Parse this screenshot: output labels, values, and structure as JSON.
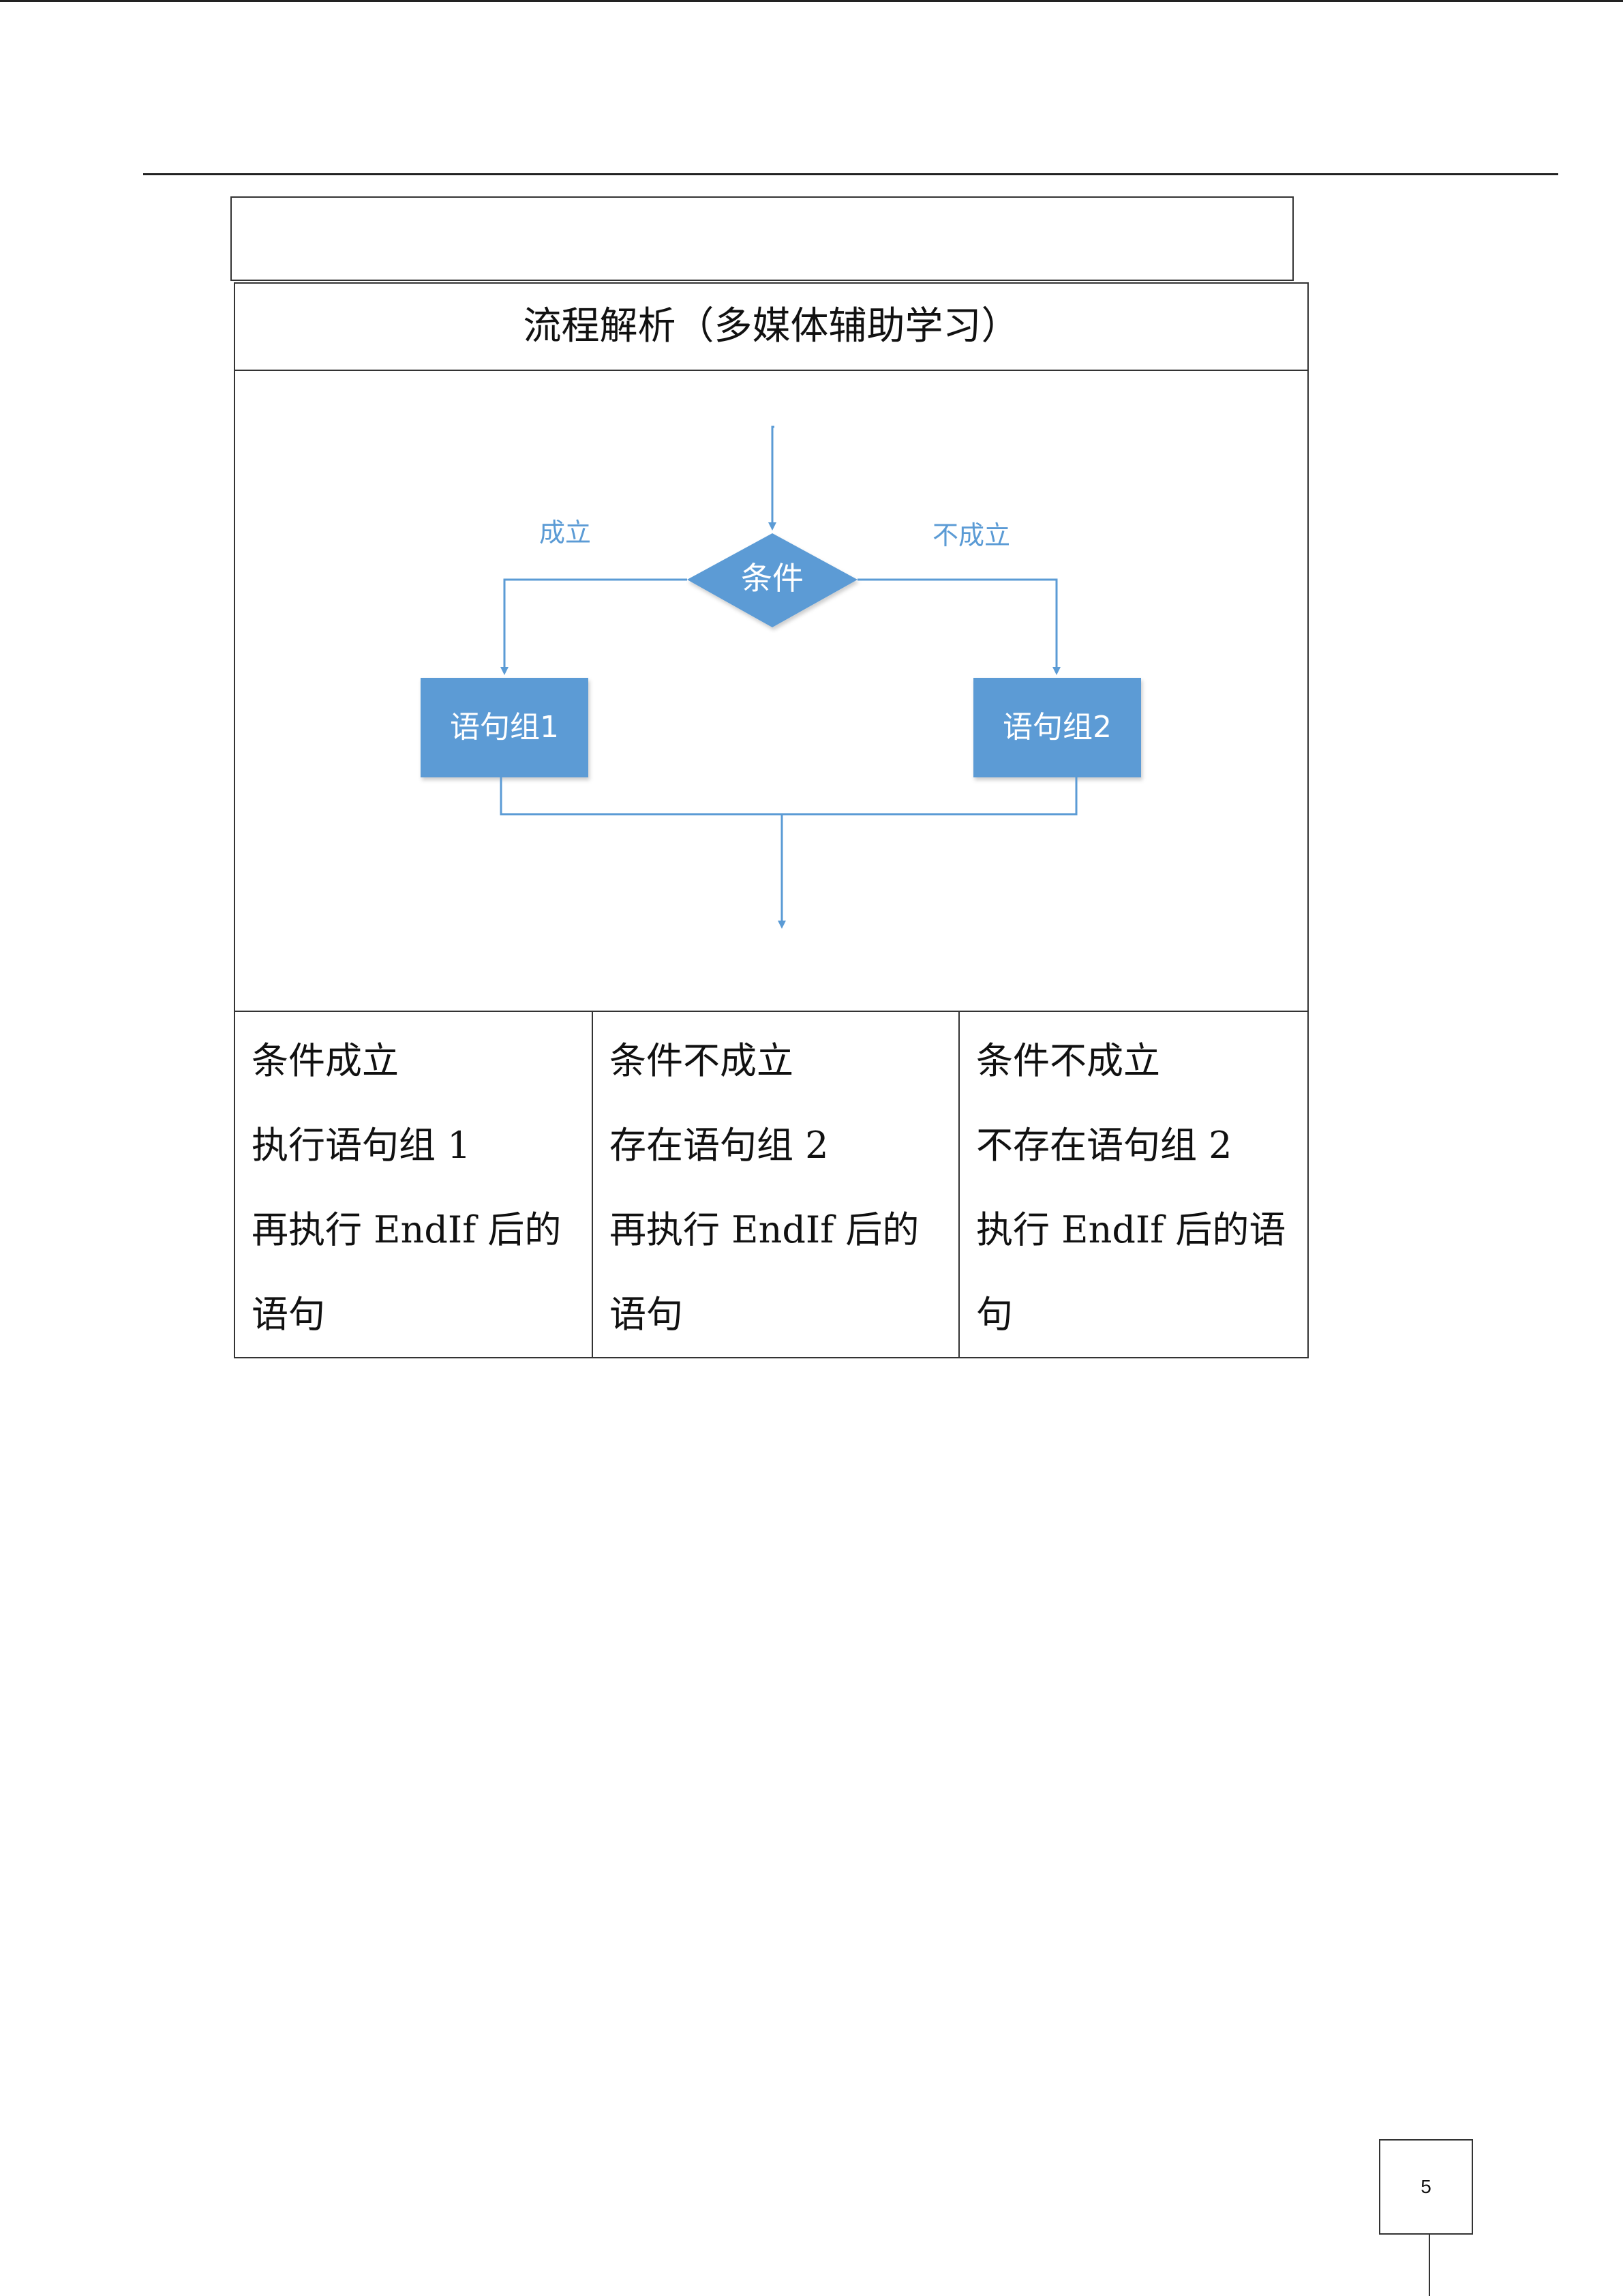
{
  "document": {
    "section_title": "流程解析（多媒体辅助学习）",
    "page_number": "5"
  },
  "flowchart": {
    "condition": "条件",
    "true_label": "成立",
    "false_label": "不成立",
    "block1": "语句组1",
    "block2": "语句组2",
    "colors": {
      "shape_fill": "#5b9bd5",
      "shape_text": "#ffffff",
      "line": "#5b9bd5",
      "label": "#5b9bd5"
    }
  },
  "cases": [
    {
      "lines": [
        "条件成立",
        "执行语句组 1",
        "再执行 EndIf 后的",
        "语句"
      ]
    },
    {
      "lines": [
        "条件不成立",
        "存在语句组 2",
        "再执行 EndIf 后的",
        "语句"
      ]
    },
    {
      "lines": [
        "条件不成立",
        "不存在语句组 2",
        "执行 EndIf 后的语",
        "句"
      ]
    }
  ]
}
